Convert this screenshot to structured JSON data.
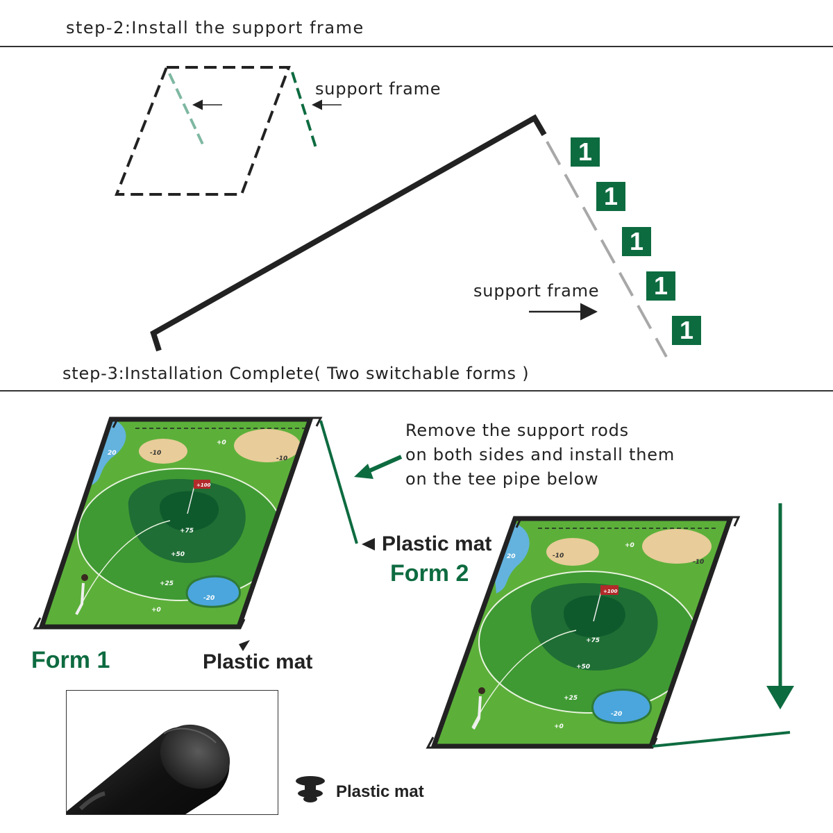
{
  "colors": {
    "accent_green": "#0d6b40",
    "light_green": "#7fb8a2",
    "grass": "#5cb03a",
    "fairway": "#3f9a33",
    "green_dark": "#1f6e35",
    "green_core": "#0f5a2c",
    "sand": "#e8cc99",
    "water": "#4aa6dc",
    "rod_gray": "#a8a8a8",
    "frame_dark": "#222222"
  },
  "step2": {
    "title": "step-2:Install the support frame",
    "label_top": "support frame",
    "label_right": "support frame",
    "badge_label": "1",
    "badges": [
      "1",
      "1",
      "1",
      "1",
      "1"
    ]
  },
  "step3": {
    "title": "step-3:Installation Complete( Two switchable forms )",
    "instruction_lines": [
      "Remove the support rods",
      "on both sides and install them",
      "on the tee pipe below"
    ],
    "form1": {
      "label": "Form 1",
      "plastic_mat_label": "Plastic mat"
    },
    "form2": {
      "label": "Form 2",
      "plastic_mat_label": "Plastic mat"
    },
    "detail_label": "Plastic mat",
    "mat_scores": [
      "20",
      "-10",
      "+0",
      "-10",
      "+100",
      "+75",
      "+50",
      "+25",
      "-20",
      "+0"
    ]
  }
}
